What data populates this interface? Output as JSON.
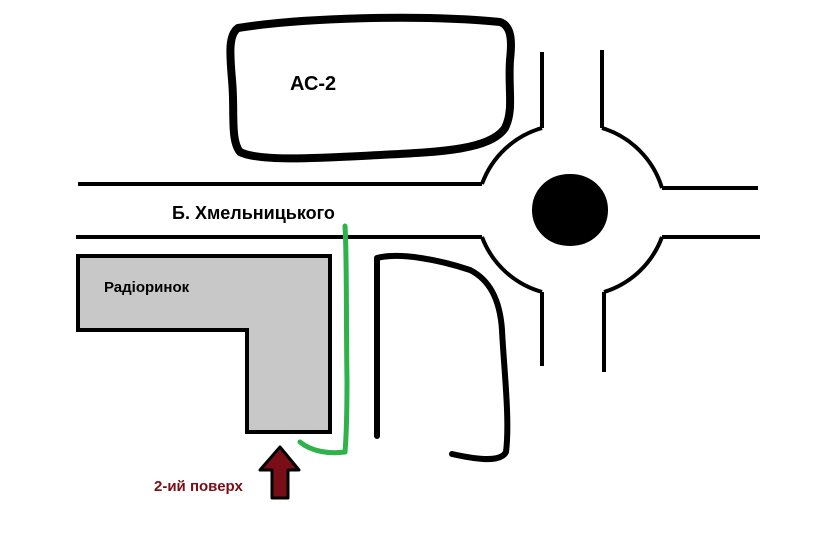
{
  "labels": {
    "building": "АС-2",
    "street": "Б. Хмельницького",
    "market": "Радіоринок",
    "floor": "2-ий поверх"
  },
  "colors": {
    "outline": "#000000",
    "building_fill": "#c8c8c8",
    "route": "#2db34a",
    "arrow": "#7a0e16",
    "background": "#ffffff"
  },
  "icons": {
    "entrance_arrow": "arrow-up-icon",
    "roundabout_center": "filled-circle"
  }
}
